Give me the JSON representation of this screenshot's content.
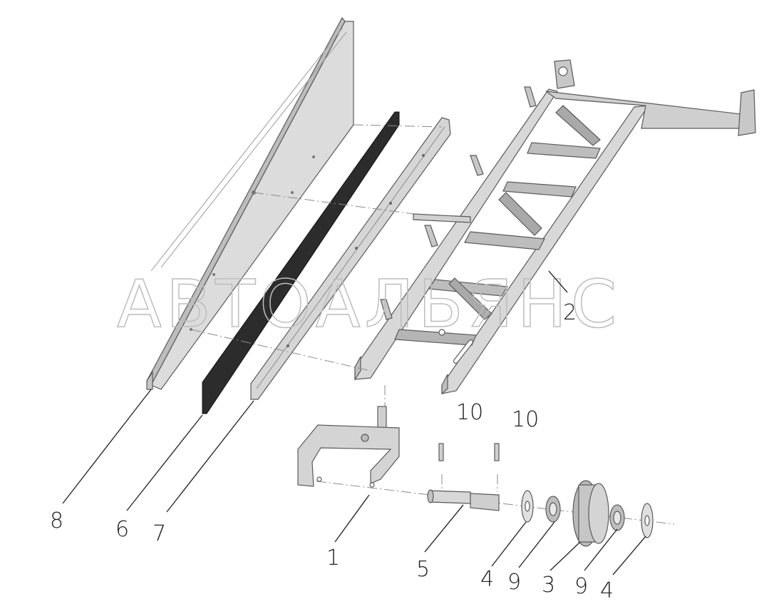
{
  "watermark": "АВТОАЛЬЯНС",
  "callouts": [
    {
      "id": "8",
      "label": "8"
    },
    {
      "id": "6",
      "label": "6"
    },
    {
      "id": "7",
      "label": "7"
    },
    {
      "id": "1",
      "label": "1"
    },
    {
      "id": "5",
      "label": "5"
    },
    {
      "id": "4a",
      "label": "4"
    },
    {
      "id": "9a",
      "label": "9"
    },
    {
      "id": "3",
      "label": "3"
    },
    {
      "id": "9b",
      "label": "9"
    },
    {
      "id": "4b",
      "label": "4"
    },
    {
      "id": "10a",
      "label": "10"
    },
    {
      "id": "10b",
      "label": "10"
    },
    {
      "id": "2",
      "label": "2"
    }
  ],
  "colors": {
    "panel_light": "#e6e6e6",
    "panel_mid": "#cfcfcf",
    "panel_dark": "#a9a9a9",
    "rubber": "#2c2c2c",
    "outline": "#5a5a5a"
  }
}
